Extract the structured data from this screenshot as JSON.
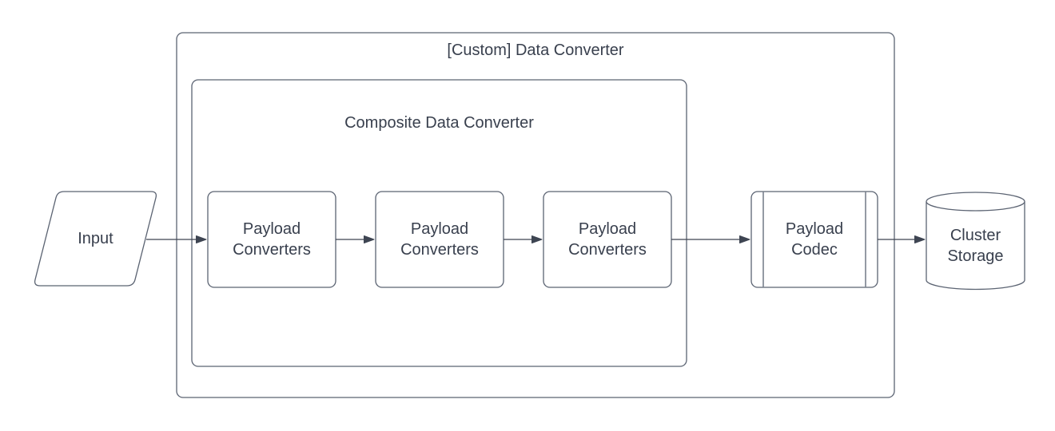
{
  "diagram": {
    "type": "flowchart",
    "outer_container": {
      "title": "[Custom] Data Converter"
    },
    "composite_container": {
      "title": "Composite Data Converter"
    },
    "nodes": {
      "input": {
        "label": "Input",
        "shape": "parallelogram"
      },
      "converter_1": {
        "label": "Payload Converters",
        "shape": "rounded-rectangle"
      },
      "converter_2": {
        "label": "Payload Converters",
        "shape": "rounded-rectangle"
      },
      "converter_3": {
        "label": "Payload Converters",
        "shape": "rounded-rectangle"
      },
      "codec": {
        "label": "Payload Codec",
        "shape": "predefined-process"
      },
      "storage": {
        "label": "Cluster Storage",
        "shape": "cylinder"
      }
    },
    "edges": [
      {
        "from": "input",
        "to": "converter_1"
      },
      {
        "from": "converter_1",
        "to": "converter_2"
      },
      {
        "from": "converter_2",
        "to": "converter_3"
      },
      {
        "from": "converter_3",
        "to": "codec"
      },
      {
        "from": "codec",
        "to": "storage"
      }
    ],
    "colors": {
      "shape_stroke": "#5b6372",
      "arrow": "#3e4552",
      "text": "#39404e",
      "background": "#ffffff"
    }
  }
}
